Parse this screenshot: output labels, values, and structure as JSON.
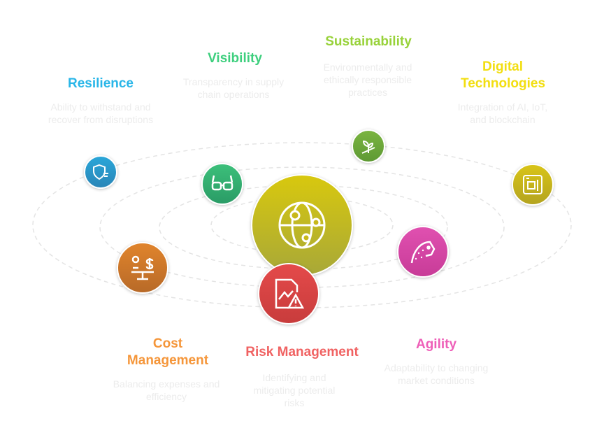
{
  "hub": {
    "icon": "globe-network-icon",
    "color": "#c8b81a"
  },
  "items": [
    {
      "title": "Resilience",
      "desc": "Ability to withstand and recover from disruptions",
      "color": "#29b6e8",
      "icon": "shield-wind-icon"
    },
    {
      "title": "Visibility",
      "desc": "Transparency in supply chain operations",
      "color": "#3ecf7e",
      "icon": "glasses-icon"
    },
    {
      "title": "Sustainability",
      "desc": "Environmentally and ethically responsible practices",
      "color": "#98d23a",
      "icon": "plant-sprout-icon"
    },
    {
      "title": "Digital Technologies",
      "desc": "Integration of AI, IoT, and blockchain",
      "color": "#f2de10",
      "icon": "circuit-chip-icon"
    },
    {
      "title": "Agility",
      "desc": "Adaptability to changing market conditions",
      "color": "#ee5fb8",
      "icon": "cheetah-icon"
    },
    {
      "title": "Risk Management",
      "desc": "Identifying and mitigating potential risks",
      "color": "#f06262",
      "icon": "chart-warning-icon"
    },
    {
      "title": "Cost Management",
      "desc": "Balancing expenses and efficiency",
      "color": "#f5963a",
      "icon": "balance-scale-icon"
    }
  ]
}
